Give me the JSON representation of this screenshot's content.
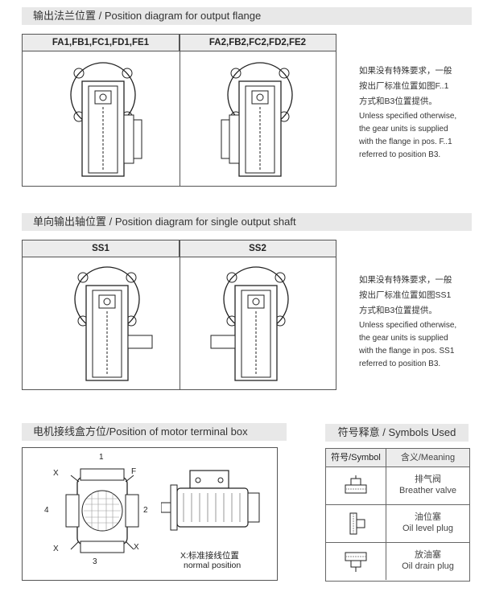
{
  "section1": {
    "title": "输出法兰位置 / Position diagram for output flange",
    "col1": "FA1,FB1,FC1,FD1,FE1",
    "col2": "FA2,FB2,FC2,FD2,FE2",
    "note_cn_1": "如果没有特殊要求，一般",
    "note_cn_2": "按出厂标准位置如图F..1",
    "note_cn_3": "方式和B3位置提供。",
    "note_en_1": "Unless specified otherwise,",
    "note_en_2": "the gear units is supplied",
    "note_en_3": "with the flange in pos. F..1",
    "note_en_4": "referred to position B3."
  },
  "section2": {
    "title": "单向输出轴位置 / Position diagram for single output shaft",
    "col1": "SS1",
    "col2": "SS2",
    "note_cn_1": "如果没有特殊要求，一般",
    "note_cn_2": "按出厂标准位置如图SS1",
    "note_cn_3": "方式和B3位置提供。",
    "note_en_1": "Unless specified otherwise,",
    "note_en_2": "the gear units is supplied",
    "note_en_3": "with the flange in pos. SS1",
    "note_en_4": "referred to position B3."
  },
  "section3": {
    "title": "电机接线盒方位/Position of motor terminal box",
    "label_1": "1",
    "label_2": "2",
    "label_3": "3",
    "label_4": "4",
    "label_f": "F",
    "label_x": "X",
    "caption_cn": "X:标准接线位置",
    "caption_en": "normal position"
  },
  "symbols": {
    "title": "符号释意 / Symbols Used",
    "col_symbol": "符号/Symbol",
    "col_meaning": "含义/Meaning",
    "rows": [
      {
        "cn": "排气阀",
        "en": "Breather valve"
      },
      {
        "cn": "油位塞",
        "en": "Oil level plug"
      },
      {
        "cn": "放油塞",
        "en": "Oil drain plug"
      }
    ]
  }
}
